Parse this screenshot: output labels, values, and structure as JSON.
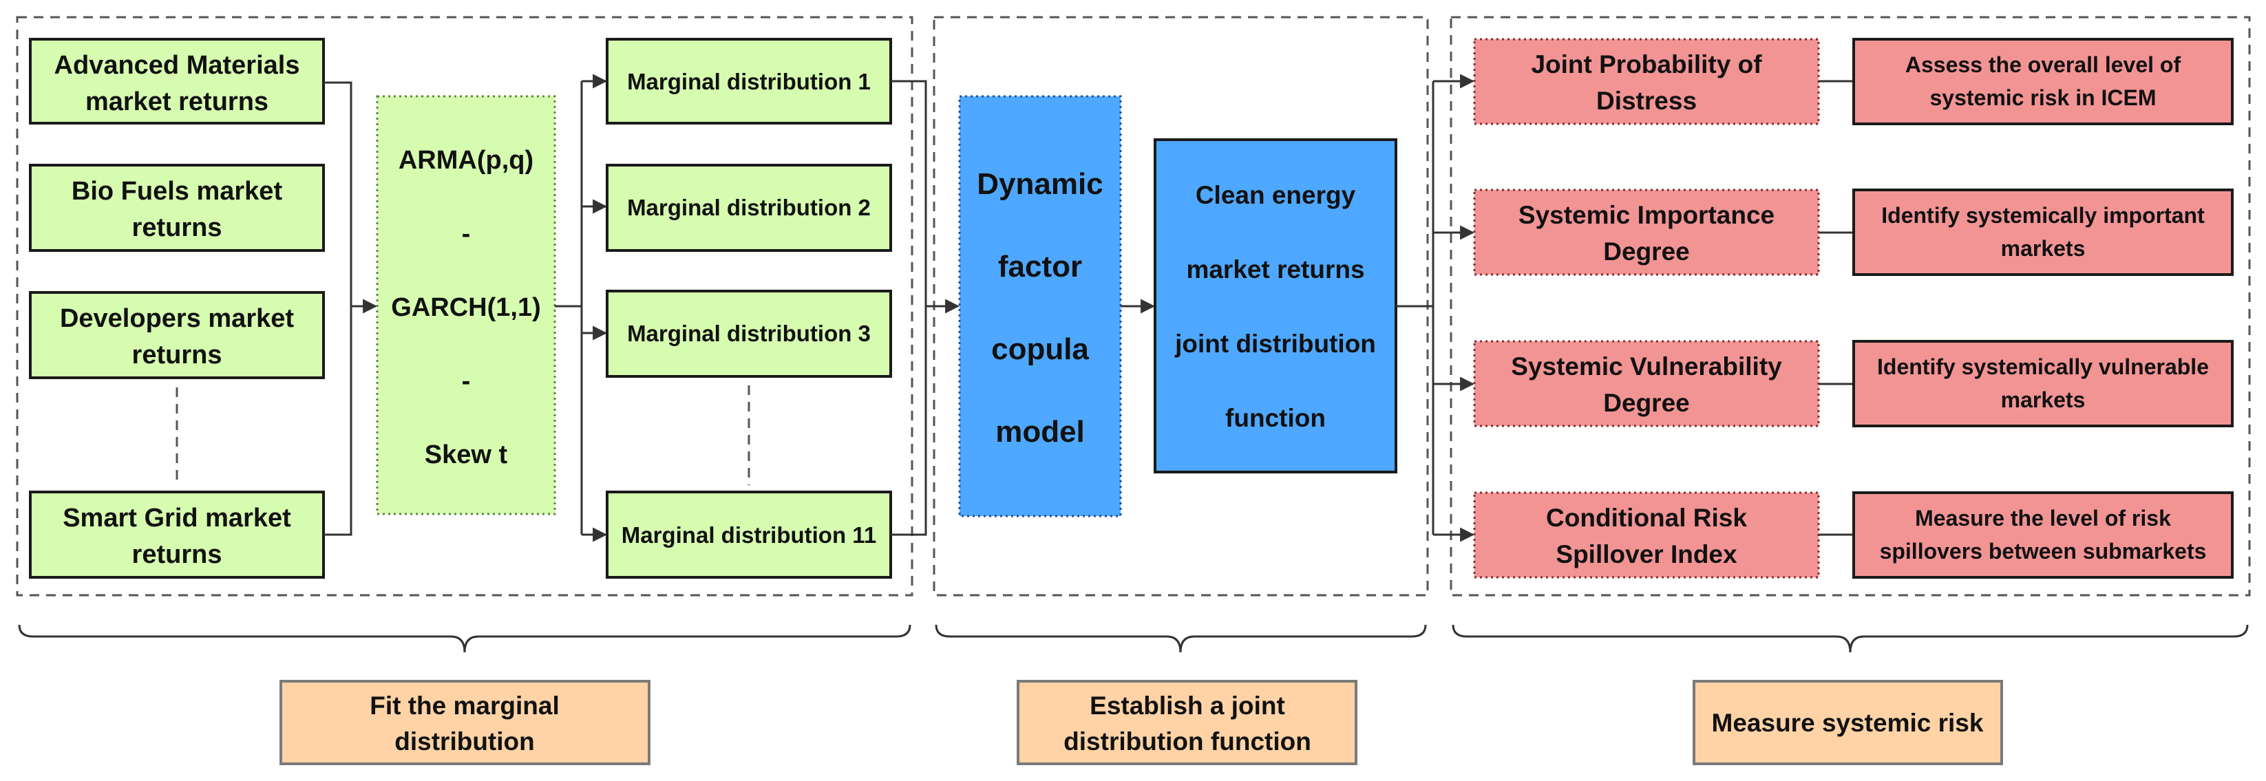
{
  "stage1": {
    "inputs": [
      {
        "line1": "Advanced Materials",
        "line2": "market returns"
      },
      {
        "line1": "Bio Fuels market",
        "line2": "returns"
      },
      {
        "line1": "Developers market",
        "line2": "returns"
      },
      {
        "line1": "Smart Grid market",
        "line2": "returns"
      }
    ],
    "model": {
      "line1": "ARMA(p,q)",
      "line2": "-",
      "line3": "GARCH(1,1)",
      "line4": "-",
      "line5": "Skew t"
    },
    "marginals": [
      "Marginal distribution 1",
      "Marginal distribution 2",
      "Marginal distribution 3",
      "Marginal distribution 11"
    ],
    "label": {
      "line1": "Fit the marginal",
      "line2": "distribution"
    }
  },
  "stage2": {
    "copula": {
      "line1": "Dynamic",
      "line2": "factor",
      "line3": "copula",
      "line4": "model"
    },
    "joint": {
      "line1": "Clean energy",
      "line2": "market returns",
      "line3": "joint distribution",
      "line4": "function"
    },
    "label": {
      "line1": "Establish a joint",
      "line2": "distribution function"
    }
  },
  "stage3": {
    "measures": [
      {
        "line1": "Joint Probability of",
        "line2": "Distress"
      },
      {
        "line1": "Systemic Importance",
        "line2": "Degree"
      },
      {
        "line1": "Systemic Vulnerability",
        "line2": "Degree"
      },
      {
        "line1": "Conditional Risk",
        "line2": "Spillover Index"
      }
    ],
    "purposes": [
      {
        "line1": "Assess the overall level of",
        "line2": "systemic risk in ICEM"
      },
      {
        "line1": "Identify systemically important",
        "line2": "markets"
      },
      {
        "line1": "Identify systemically vulnerable",
        "line2": "markets"
      },
      {
        "line1": "Measure the level of risk",
        "line2": "spillovers between submarkets"
      }
    ],
    "label": "Measure systemic risk"
  },
  "colors": {
    "green": "#d6fcb0",
    "blue": "#4fa8ff",
    "red": "#f29494",
    "orange": "#ffd3a6"
  }
}
